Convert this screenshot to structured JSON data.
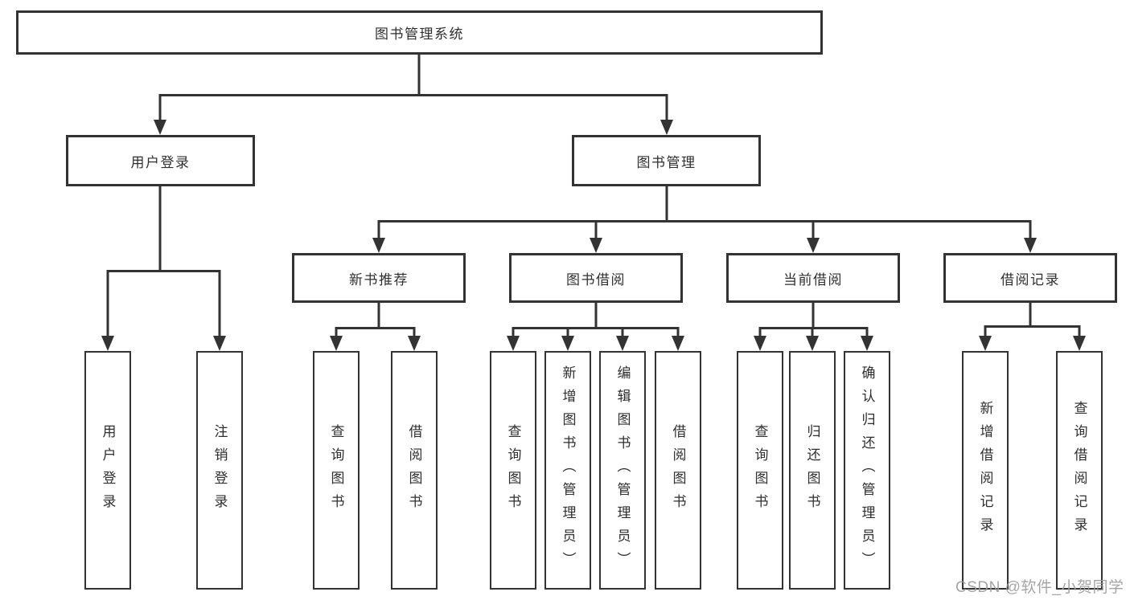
{
  "colors": {
    "line": "#333333",
    "text": "#2f2f2f",
    "box_bg": "#ffffff",
    "bg": "#ffffff",
    "watermark": "#9e9e9e"
  },
  "tree": {
    "root": "图书管理系统",
    "branches": [
      {
        "label": "用户登录",
        "leaves": [
          "用户登录",
          "注销登录"
        ]
      },
      {
        "label": "图书管理",
        "children": [
          {
            "label": "新书推荐",
            "leaves": [
              "查询图书",
              "借阅图书"
            ]
          },
          {
            "label": "图书借阅",
            "leaves": [
              "查询图书",
              "新增图书（管理员）",
              "编辑图书（管理员）",
              "借阅图书"
            ]
          },
          {
            "label": "当前借阅",
            "leaves": [
              "查询图书",
              "归还图书",
              "确认归还（管理员）"
            ]
          },
          {
            "label": "借阅记录",
            "leaves": [
              "新增借阅记录",
              "查询借阅记录"
            ]
          }
        ]
      }
    ]
  },
  "watermark": "CSDN @软件_小贺同学"
}
